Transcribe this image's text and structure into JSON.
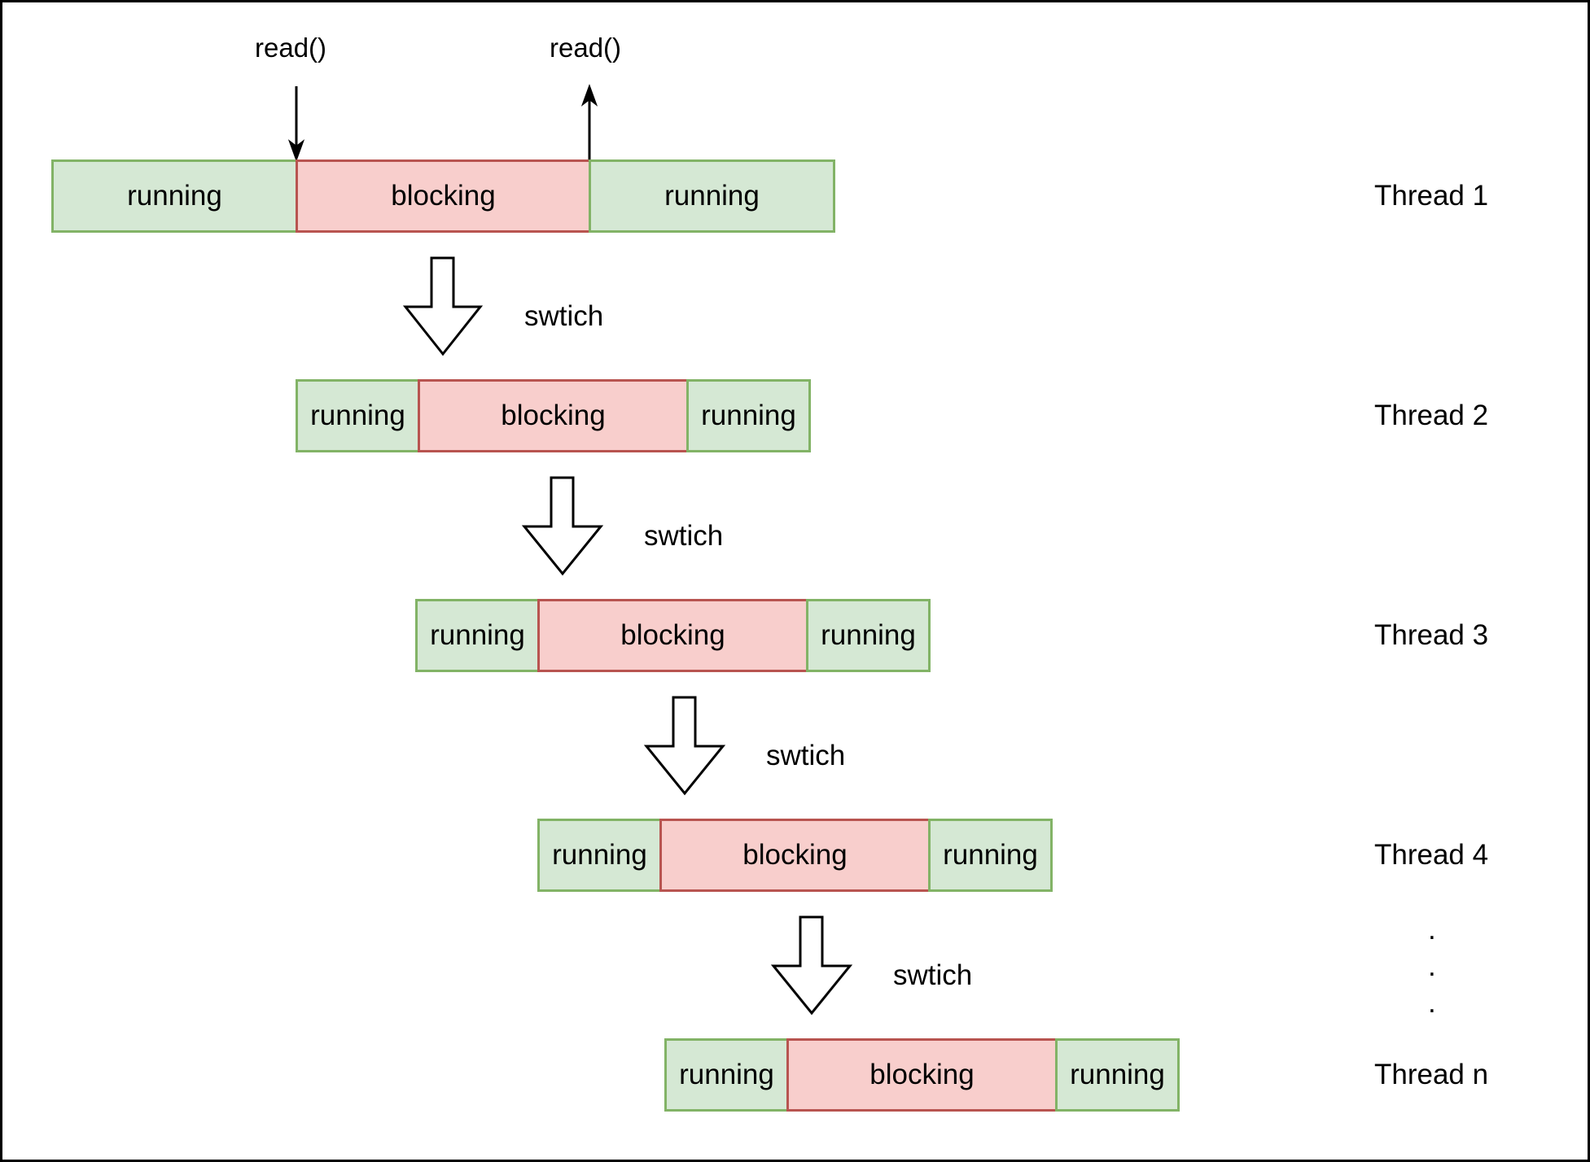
{
  "read_calls": [
    {
      "label": "read()"
    },
    {
      "label": "read()"
    }
  ],
  "switch_label": "swtich",
  "threads": [
    {
      "name": "Thread 1",
      "segments": [
        {
          "state": "running",
          "label": "running"
        },
        {
          "state": "blocking",
          "label": "blocking"
        },
        {
          "state": "running",
          "label": "running"
        }
      ]
    },
    {
      "name": "Thread 2",
      "segments": [
        {
          "state": "running",
          "label": "running"
        },
        {
          "state": "blocking",
          "label": "blocking"
        },
        {
          "state": "running",
          "label": "running"
        }
      ]
    },
    {
      "name": "Thread 3",
      "segments": [
        {
          "state": "running",
          "label": "running"
        },
        {
          "state": "blocking",
          "label": "blocking"
        },
        {
          "state": "running",
          "label": "running"
        }
      ]
    },
    {
      "name": "Thread 4",
      "segments": [
        {
          "state": "running",
          "label": "running"
        },
        {
          "state": "blocking",
          "label": "blocking"
        },
        {
          "state": "running",
          "label": "running"
        }
      ]
    },
    {
      "name": "Thread n",
      "segments": [
        {
          "state": "running",
          "label": "running"
        },
        {
          "state": "blocking",
          "label": "blocking"
        },
        {
          "state": "running",
          "label": "running"
        }
      ]
    }
  ],
  "ellipsis": [
    ".",
    ".",
    "."
  ],
  "colors": {
    "running_fill": "#d5e8d4",
    "running_stroke": "#82b366",
    "blocking_fill": "#f8cecc",
    "blocking_stroke": "#b85450"
  }
}
